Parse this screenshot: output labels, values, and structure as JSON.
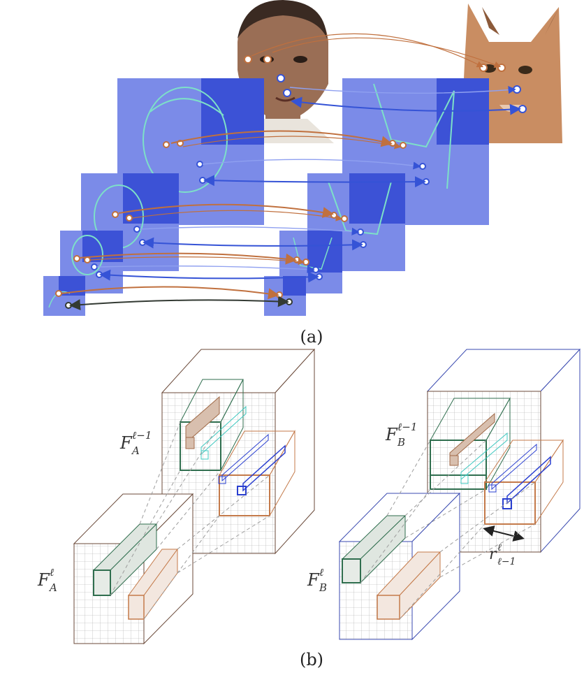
{
  "panel_a": {
    "caption": "(a)",
    "images": {
      "source": "human-face-photo",
      "target": "cat-face-photo"
    },
    "colors": {
      "feature_map": "#6f7fea",
      "feature_map_dark": "#3a4fd8",
      "edge": "#7de0c8",
      "match_orange": "#c0703e",
      "match_blue": "#3553d6",
      "match_dark": "#333a33"
    }
  },
  "panel_b": {
    "caption": "(b)",
    "labels": {
      "fa_prev": {
        "base": "F",
        "sub": "A",
        "sup": "ℓ−1"
      },
      "fb_prev": {
        "base": "F",
        "sub": "B",
        "sup": "ℓ−1"
      },
      "fa_cur": {
        "base": "F",
        "sub": "A",
        "sup": "ℓ"
      },
      "fb_cur": {
        "base": "F",
        "sub": "B",
        "sup": "ℓ"
      },
      "radius": {
        "base": "r",
        "sub": "ℓ−1",
        "sup": "ℓ"
      }
    },
    "colors": {
      "box_a": "#6b4a3a",
      "box_b": "#3a4ab0",
      "patch_green": "#2f6e4e",
      "patch_cyan": "#3fc8c0",
      "patch_orange": "#c47a4a",
      "patch_blue": "#2a3fd0",
      "grid": "#9a9a9a"
    }
  }
}
